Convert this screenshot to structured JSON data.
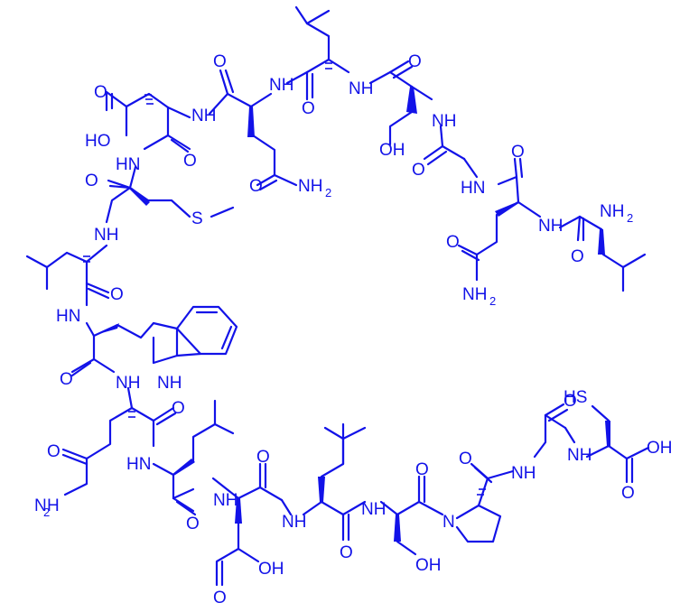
{
  "structure": {
    "color": "#1212e8",
    "labels": {
      "o_asp_acid": "O",
      "oh_asp": "HO",
      "o_asp_co": "O",
      "nh_asp": "HN",
      "nh_asp_gln": "NH",
      "o_gln_co": "O",
      "nh_gln_leu": "NH",
      "o_gln_side": "O",
      "nh2_gln_side": "NH",
      "o_leu1_co": "O",
      "nh_leu_ser": "NH",
      "o_ser1_co": "O",
      "oh_ser1": "OH",
      "nh_ser_gly": "NH",
      "o_gly1_co": "O",
      "hn_gly1": "HN",
      "o_gln2_co": "O",
      "nh_gln2": "NH",
      "nh2_leu_nterm": "NH",
      "o_leu_nterm_co": "O",
      "o_gln2_side": "O",
      "nh2_gln2_side": "NH",
      "o_met_co": "O",
      "nh_met": "NH",
      "s_met": "S",
      "o_leu2_co": "O",
      "hn_leu2": "HN",
      "nh_indole": "NH",
      "o_trp_co": "O",
      "nh_trp_gln": "NH",
      "o_gln3_co": "O",
      "o_gln3_side": "O",
      "nh2_gln3_side": "H",
      "hn_gln3": "HN",
      "o_leu3_co": "O",
      "nh_leu3": "NH",
      "o_asp2_co": "O",
      "oh_asp2": "OH",
      "o_asp2_acid": "O",
      "nh_asp2_leu": "NH",
      "o_leu4_co": "O",
      "nh_leu4_ser": "NH",
      "o_ser2_co": "O",
      "oh_ser2": "OH",
      "n_pro": "N",
      "o_pro_co": "O",
      "nh_pro_gly": "NH",
      "o_gly2_co": "O",
      "nh_gly2_cys": "NH",
      "hs_cys": "HS",
      "oh_cys": "OH",
      "o_cys_co": "O"
    },
    "subscripts": {
      "nh2_gln_side": "2",
      "nh2_leu_nterm": "2",
      "nh2_gln2_side": "2",
      "nh2_gln3_side_pre": "N",
      "nh2_gln3_side": "2"
    }
  }
}
